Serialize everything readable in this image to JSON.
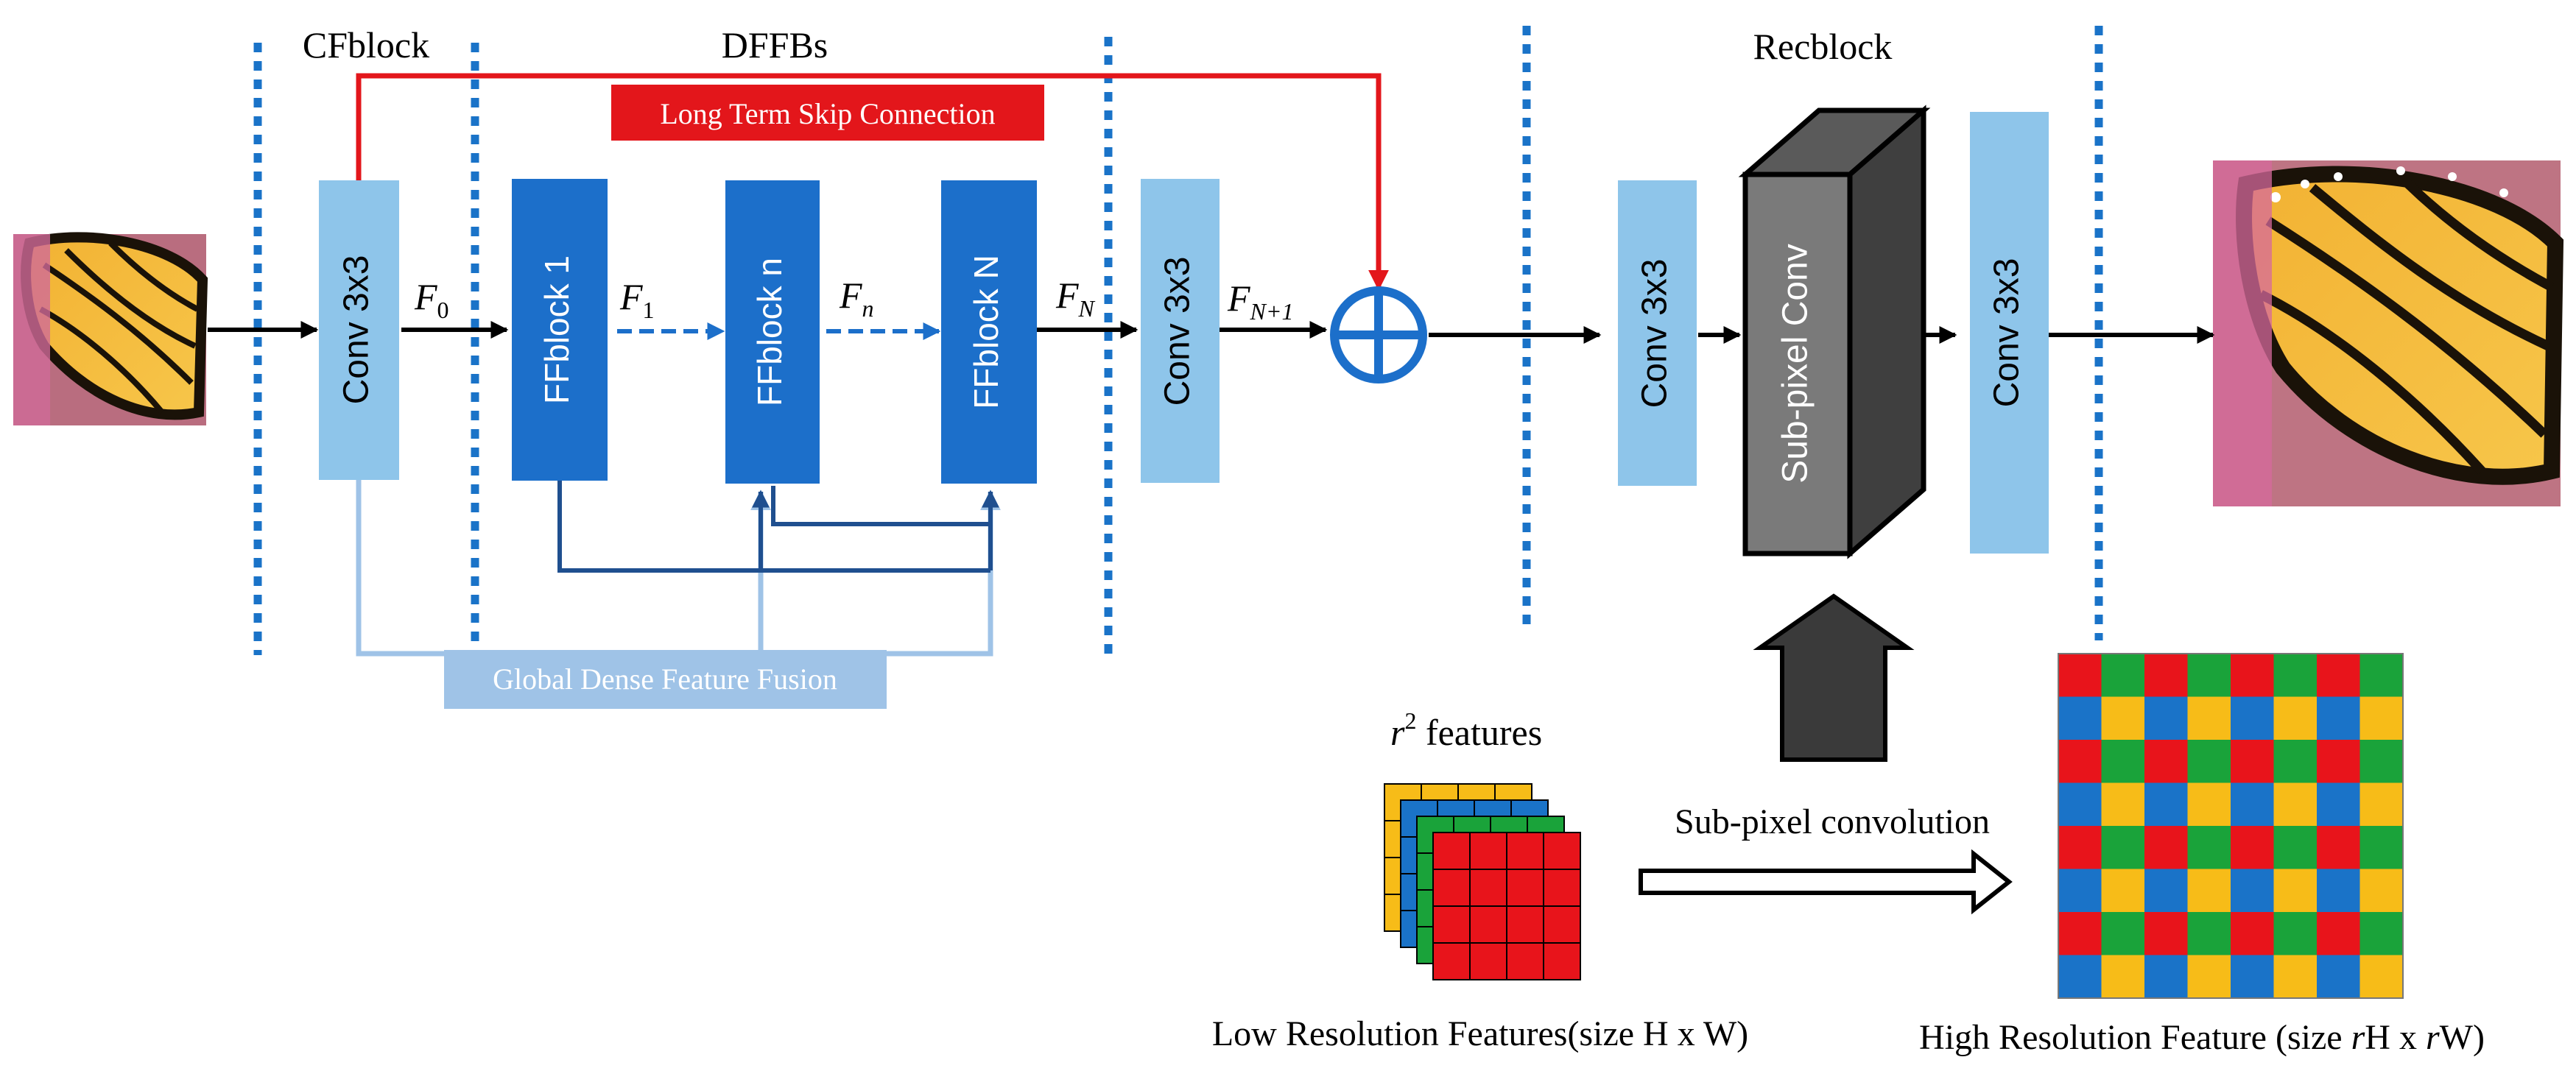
{
  "sections": {
    "cfblock": "CFblock",
    "dffbs": "DFFBs",
    "recblock": "Recblock"
  },
  "blocks": {
    "conv_in": "Conv 3x3",
    "ffblock_1": "FFblock 1",
    "ffblock_n": "FFblock n",
    "ffblock_N": "FFblock N",
    "conv_mid": "Conv 3x3",
    "conv_rec": "Conv 3x3",
    "subpixel": "Sub-pixel Conv",
    "conv_out": "Conv 3x3"
  },
  "features": {
    "f0": "F",
    "f0_sub": "0",
    "f1": "F",
    "f1_sub": "1",
    "fn": "F",
    "fn_sub": "n",
    "fN": "F",
    "fN_sub": "N",
    "fN1": "F",
    "fN1_sub": "N+1"
  },
  "connections": {
    "long_skip": "Long Term Skip Connection",
    "gdff": "Global Dense Feature Fusion"
  },
  "colors": {
    "light_blue": "#8ec5ea",
    "dark_blue": "#1c6fca",
    "red": "#e3161b",
    "gdff_blue": "#9fc3e7",
    "dotted": "#1a73c8",
    "grid_red": "#e8141b",
    "grid_green": "#1aa33a",
    "grid_blue": "#1a73c8",
    "grid_yellow": "#f7bc18"
  },
  "subpixel_panel": {
    "r2_label_base": "r",
    "r2_label_sup": "2",
    "r2_label_rest": " features",
    "arrow_label": "Sub-pixel convolution",
    "lr_caption": "Low Resolution Features(size H x W)",
    "hr_caption_1": "High Resolution Feature (size ",
    "hr_caption_r1": "r",
    "hr_caption_2": "H x ",
    "hr_caption_r2": "r",
    "hr_caption_3": "W)"
  },
  "icons": {
    "input_image": "butterfly-lr-image",
    "output_image": "butterfly-hr-image",
    "sum_node": "circle-plus-icon"
  }
}
